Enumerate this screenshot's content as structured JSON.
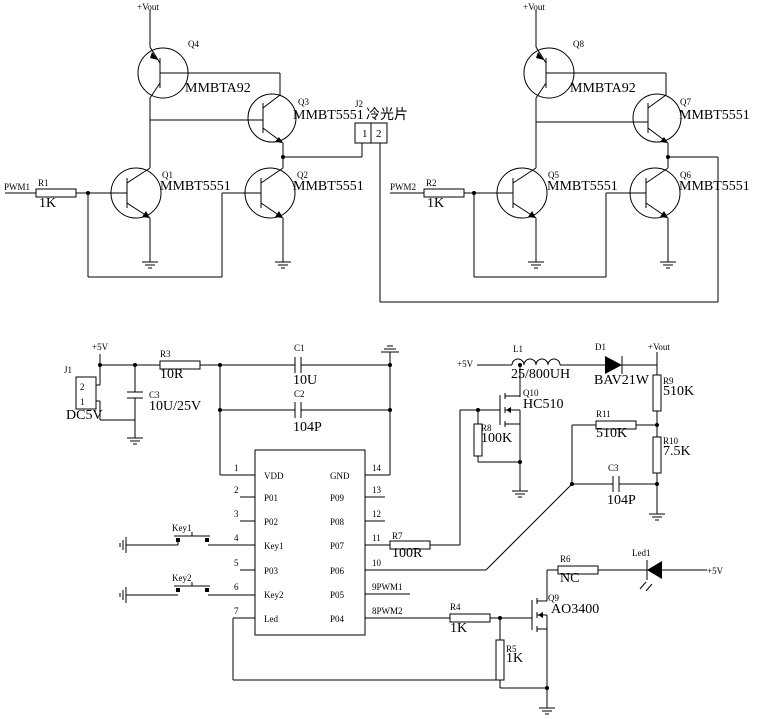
{
  "rails": {
    "vout": "+Vout",
    "v5": "+5V"
  },
  "driver1": {
    "q4": {
      "ref": "Q4",
      "part": "MMBTA92"
    },
    "q3": {
      "ref": "Q3",
      "part": "MMBT5551"
    },
    "q1": {
      "ref": "Q1",
      "part": "MMBT5551"
    },
    "q2": {
      "ref": "Q2",
      "part": "MMBT5551"
    },
    "r1": {
      "ref": "R1",
      "value": "1K"
    },
    "input": "PWM1"
  },
  "lamp": {
    "ref": "J2",
    "name": "冷光片",
    "pin1": "1",
    "pin2": "2"
  },
  "driver2": {
    "q8": {
      "ref": "Q8",
      "part": "MMBTA92"
    },
    "q7": {
      "ref": "Q7",
      "part": "MMBT5551"
    },
    "q5": {
      "ref": "Q5",
      "part": "MMBT5551"
    },
    "q6": {
      "ref": "Q6",
      "part": "MMBT5551"
    },
    "r2": {
      "ref": "R2",
      "value": "1K"
    },
    "input": "PWM2"
  },
  "power_in": {
    "j1": {
      "ref": "J1",
      "name": "DC5V",
      "pin2": "2",
      "pin1": "1"
    },
    "c3": {
      "ref": "C3",
      "value": "10U/25V"
    },
    "r3": {
      "ref": "R3",
      "value": "10R"
    },
    "c1": {
      "ref": "C1",
      "value": "10U"
    },
    "c2": {
      "ref": "C2",
      "value": "104P"
    }
  },
  "mcu": {
    "left_pins": [
      {
        "num": "1",
        "name": "VDD"
      },
      {
        "num": "2",
        "name": "P01"
      },
      {
        "num": "3",
        "name": "P02"
      },
      {
        "num": "4",
        "name": "Key1"
      },
      {
        "num": "5",
        "name": "P03"
      },
      {
        "num": "6",
        "name": "Key2"
      },
      {
        "num": "7",
        "name": "Led"
      }
    ],
    "right_pins": [
      {
        "num": "14",
        "name": "GND"
      },
      {
        "num": "13",
        "name": "P09"
      },
      {
        "num": "12",
        "name": "P08"
      },
      {
        "num": "11",
        "name": "P07"
      },
      {
        "num": "10",
        "name": "P06"
      },
      {
        "num": "9PWM1",
        "name": "P05"
      },
      {
        "num": "8PWM2",
        "name": "P04"
      }
    ]
  },
  "keys": {
    "key1": "Key1",
    "key2": "Key2"
  },
  "boost": {
    "l1": {
      "ref": "L1",
      "value": "25/800UH"
    },
    "d1": {
      "ref": "D1",
      "value": "BAV21W"
    },
    "q10": {
      "ref": "Q10",
      "part": "HC510"
    },
    "r8": {
      "ref": "R8",
      "value": "100K"
    },
    "r7": {
      "ref": "R7",
      "value": "100R"
    },
    "r9": {
      "ref": "R9",
      "value": "510K"
    },
    "r10": {
      "ref": "R10",
      "value": "7.5K"
    },
    "r11": {
      "ref": "R11",
      "value": "510K"
    },
    "c3b": {
      "ref": "C3",
      "value": "104P"
    }
  },
  "led_drive": {
    "r6": {
      "ref": "R6",
      "value": "NC"
    },
    "led1": {
      "ref": "Led1"
    },
    "q9": {
      "ref": "Q9",
      "part": "AO3400"
    },
    "r4": {
      "ref": "R4",
      "value": "1K"
    },
    "r5": {
      "ref": "R5",
      "value": "1K"
    }
  }
}
